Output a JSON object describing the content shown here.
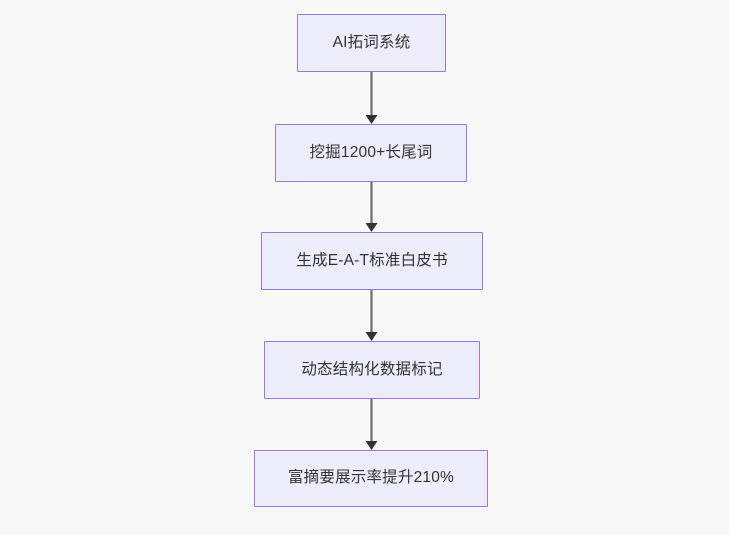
{
  "diagram": {
    "type": "flowchart",
    "direction": "top-to-bottom",
    "background_color": "#f8f8f8",
    "node_fill_color": "#ececfb",
    "node_border_color": "#9d78d6",
    "node_text_color": "#333333",
    "edge_color": "#6e6e6e",
    "arrowhead_color": "#333333",
    "nodes": [
      {
        "id": "n1",
        "label": "AI拓词系统"
      },
      {
        "id": "n2",
        "label": "挖掘1200+长尾词"
      },
      {
        "id": "n3",
        "label": "生成E-A-T标准白皮书"
      },
      {
        "id": "n4",
        "label": "动态结构化数据标记"
      },
      {
        "id": "n5",
        "label": "富摘要展示率提升210%"
      }
    ],
    "edges": [
      {
        "from": "n1",
        "to": "n2",
        "label": ""
      },
      {
        "from": "n2",
        "to": "n3",
        "label": ""
      },
      {
        "from": "n3",
        "to": "n4",
        "label": ""
      },
      {
        "from": "n4",
        "to": "n5",
        "label": ""
      }
    ]
  }
}
